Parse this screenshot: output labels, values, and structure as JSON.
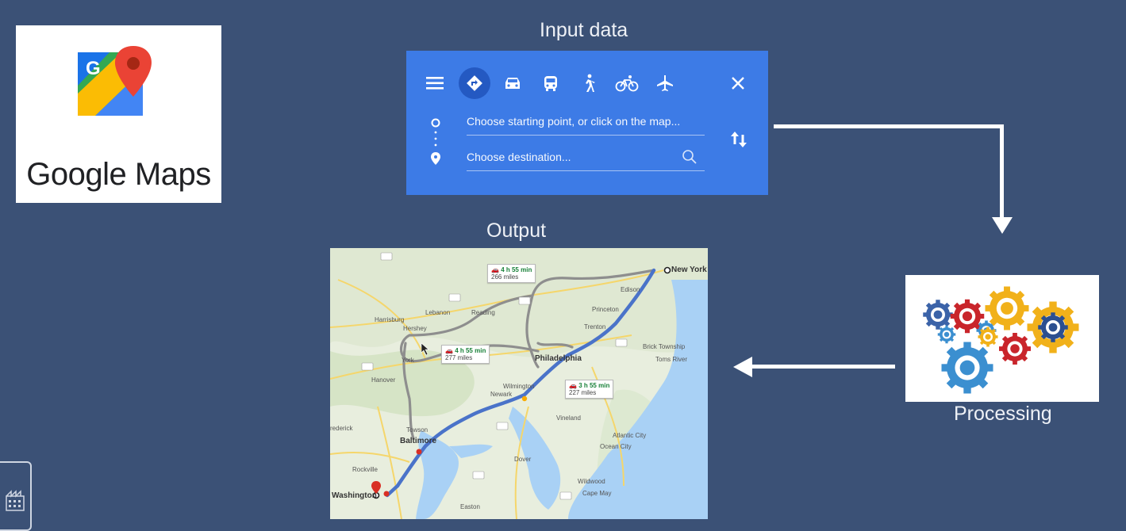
{
  "logo": {
    "text": "Google Maps",
    "icon": "google-maps-pin-icon"
  },
  "sections": {
    "input": "Input data",
    "output": "Output",
    "processing": "Processing"
  },
  "input_panel": {
    "modes": [
      "menu-icon",
      "directions-icon",
      "car-icon",
      "transit-icon",
      "walk-icon",
      "bike-icon",
      "flight-icon"
    ],
    "start_placeholder": "Choose starting point, or click on the map...",
    "destination_placeholder": "Choose destination...",
    "colors": {
      "panel": "#3d7be6",
      "active": "#2459c2"
    }
  },
  "map": {
    "routes": [
      {
        "time": "4 h 55 min",
        "distance": "266 miles"
      },
      {
        "time": "4 h 55 min",
        "distance": "277 miles"
      },
      {
        "time": "3 h 55 min",
        "distance": "227 miles"
      }
    ],
    "places": {
      "new_york": "New York",
      "philadelphia": "Philadelphia",
      "baltimore": "Baltimore",
      "washington": "Washington",
      "harrisburg": "Harrisburg",
      "hershey": "Hershey",
      "lebanon": "Lebanon",
      "reading": "Reading",
      "york": "York",
      "hanover": "Hanover",
      "trenton": "Trenton",
      "princeton": "Princeton",
      "edison": "Edison",
      "wilmington": "Wilmington",
      "newark": "Newark",
      "vineland": "Vineland",
      "towson": "Towson",
      "rockville": "Rockville",
      "dover": "Dover",
      "atlantic_city": "Atlantic City",
      "ocean_city": "Ocean City",
      "wildwood": "Wildwood",
      "cape_may": "Cape May",
      "toms_river": "Toms River",
      "brick_township": "Brick Township",
      "frederick": "rederick",
      "easton": "Easton"
    }
  }
}
